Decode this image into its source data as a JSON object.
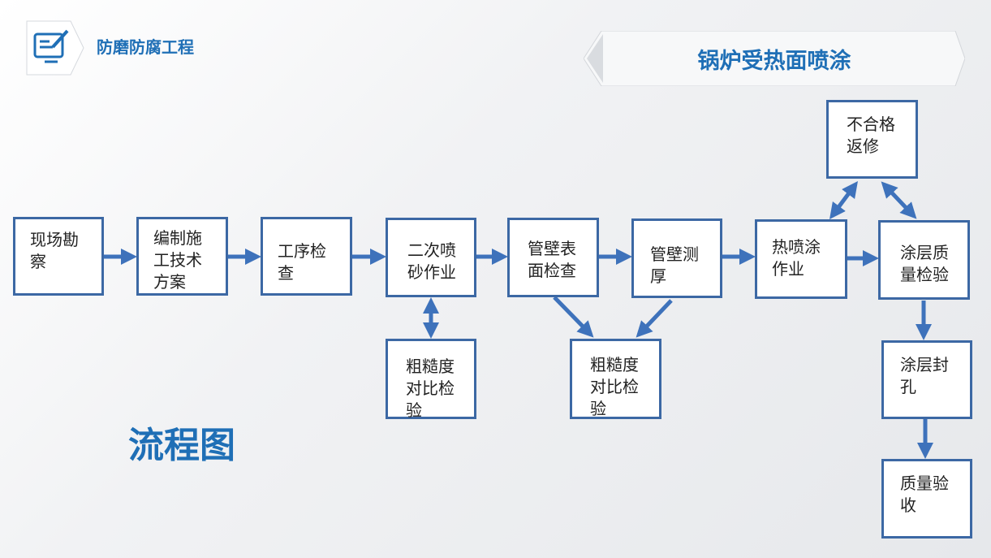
{
  "header": {
    "brand": "防磨防腐工程",
    "title": "锅炉受热面喷涂"
  },
  "icons": {
    "logo": "edit-document-icon"
  },
  "diagram": {
    "label": "流程图",
    "nodes": [
      {
        "id": "n1",
        "text": "现场勘\n察"
      },
      {
        "id": "n2",
        "text": "编制施\n工技术\n方案"
      },
      {
        "id": "n3",
        "text": "工序检\n查"
      },
      {
        "id": "n4",
        "text": "二次喷\n砂作业"
      },
      {
        "id": "n5",
        "text": "管壁表\n面检查"
      },
      {
        "id": "n6",
        "text": "管壁测\n厚"
      },
      {
        "id": "n7",
        "text": "热喷涂\n作业"
      },
      {
        "id": "n8",
        "text": "涂层质\n量检验"
      },
      {
        "id": "n9",
        "text": "不合格\n返修"
      },
      {
        "id": "n10",
        "text": "粗糙度\n对比检\n验"
      },
      {
        "id": "n11",
        "text": "粗糙度\n对比检\n验"
      },
      {
        "id": "n12",
        "text": "涂层封\n孔"
      },
      {
        "id": "n13",
        "text": "质量验\n收"
      }
    ]
  },
  "colors": {
    "accent": "#1f6fb6",
    "box_border": "#3c68a4",
    "arrow": "#3e72bb"
  }
}
